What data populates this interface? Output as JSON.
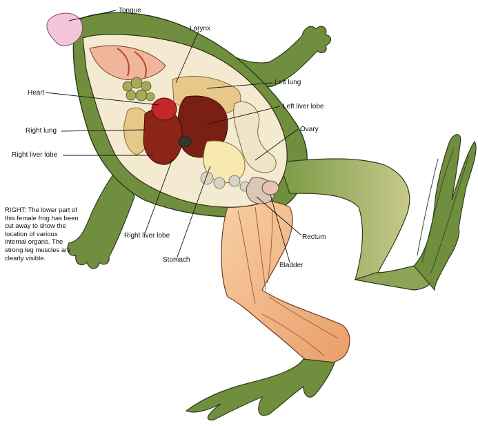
{
  "labels": {
    "tongue": "Tongue",
    "larynx": "Larynx",
    "heart": "Heart",
    "left_lung": "Left lung",
    "left_liver_lobe": "Left liver lobe",
    "ovary": "Ovary",
    "right_lung": "Right lung",
    "right_liver_lobe_upper": "Right liver lobe",
    "right_liver_lobe_lower": "Right liver lobe",
    "stomach": "Stomach",
    "rectum": "Rectum",
    "bladder": "Bladder"
  },
  "caption": "RIGHT: The lower part of this female frog has been cut away to show the location of various internal organs. The strong leg muscles are clearly visible.",
  "colors": {
    "skin": "#6f8f3e",
    "skin_light": "#a9b865",
    "body_cavity": "#f4ead2",
    "liver": "#7a1f14",
    "heart": "#c4272a",
    "lung": "#e6c98a",
    "muscle": "#f1b98a",
    "fat": "#a6a958",
    "tongue": "#f3c6dc"
  }
}
